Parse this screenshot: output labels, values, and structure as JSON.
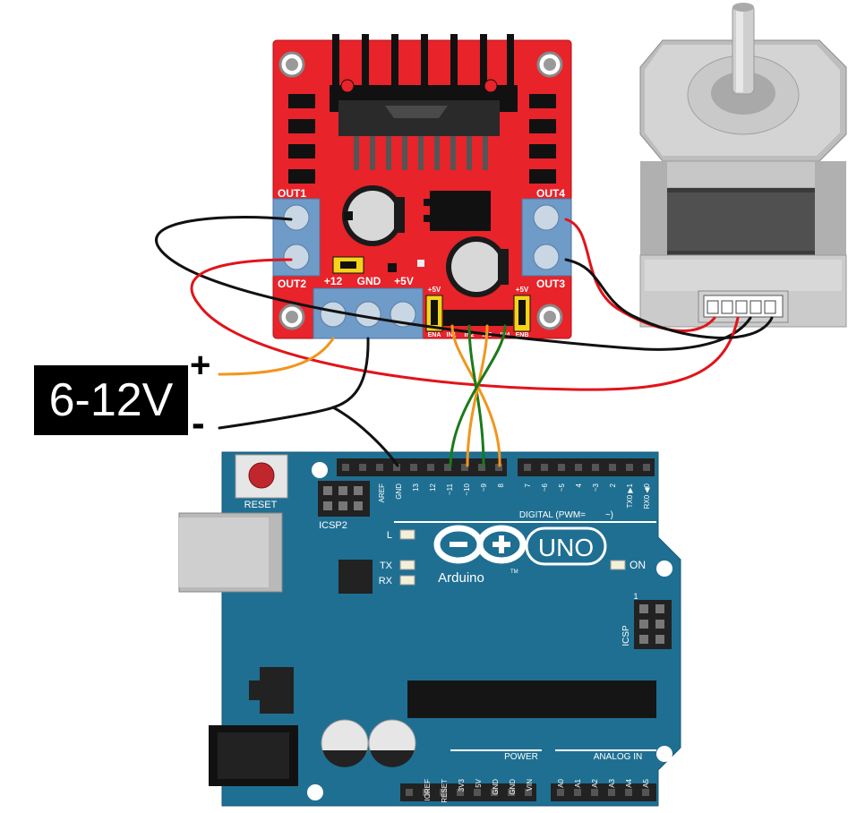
{
  "power": {
    "voltage_label": "6-12V",
    "plus": "+",
    "minus": "-"
  },
  "driver": {
    "out1": "OUT1",
    "out2": "OUT2",
    "out3": "OUT3",
    "out4": "OUT4",
    "v12": "+12",
    "gnd": "GND",
    "v5": "+5V",
    "v5_left": "+5V",
    "v5_right": "+5V",
    "ena": "ENA",
    "in1": "IN1",
    "in2": "IN2",
    "in3": "IN3",
    "in4": "IN4",
    "enb": "ENB",
    "board_color": "#e8232a"
  },
  "arduino": {
    "reset": "RESET",
    "icsp2": "ICSP2",
    "icsp": "ICSP",
    "icsp_pin1": "1",
    "led_l": "L",
    "led_tx": "TX",
    "led_rx": "RX",
    "on": "ON",
    "brand": "Arduino",
    "model": "UNO",
    "tm": "TM",
    "digital_label": "DIGITAL (PWM=",
    "pwm_symbol": "~)",
    "power_header": "POWER",
    "analog_header": "ANALOG IN",
    "top_pins_left": [
      "AREF",
      "GND",
      "13",
      "12",
      "~11",
      "~10",
      "~9",
      "8"
    ],
    "top_pins_right": [
      "7",
      "~6",
      "~5",
      "4",
      "~3",
      "2",
      "TX0 ▶1",
      "RX0 ◀0"
    ],
    "power_pins": [
      "IOREF",
      "RESET",
      "3V3",
      "5V",
      "GND",
      "GND",
      "VIN"
    ],
    "analog_pins": [
      "A0",
      "A1",
      "A2",
      "A3",
      "A4",
      "A5"
    ],
    "board_color": "#1f6f92"
  },
  "wire_colors": {
    "black": "#111111",
    "red": "#e1141a",
    "orange": "#f0961e",
    "green": "#1a7a1a"
  }
}
